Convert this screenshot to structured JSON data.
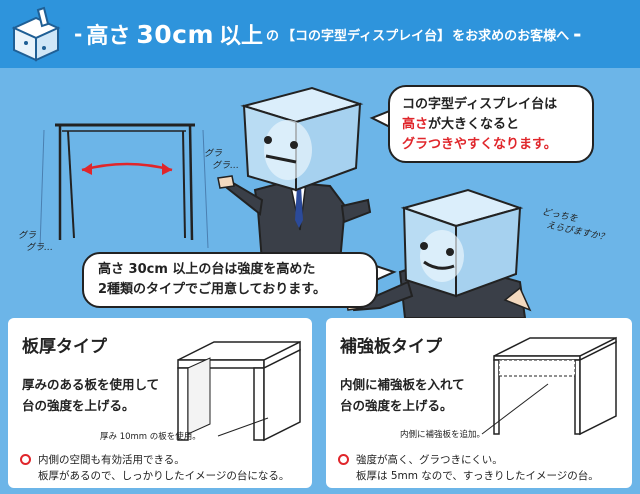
{
  "header": {
    "dash_left": "-",
    "title_height": "高さ",
    "title_size": "30cm",
    "title_above": "以上",
    "title_no": "の",
    "title_product": "【コの字型ディスプレイ台】",
    "title_for": "をお求めのお客様へ",
    "dash_right": "-"
  },
  "scene": {
    "bubble_top": {
      "line1": "コの字型ディスプレイ台は",
      "line2_red": "高さ",
      "line2_black": "が大きくなると",
      "line3_red": "グラつきやすくなります。"
    },
    "bubble_left": {
      "line1": "高さ 30cm 以上の台は強度を高めた",
      "line2": "2種類のタイプでご用意しております。"
    },
    "sfx_gura1": "グラ",
    "sfx_gura2": "グラ…",
    "sfx_gura3": "グラ",
    "sfx_gura4": "グラ…",
    "sfx_which1": "どっちを",
    "sfx_which2": "えらびますか？"
  },
  "cards": [
    {
      "title": "板厚タイプ",
      "desc_line1": "厚みのある板を使用して",
      "desc_line2": "台の強度を上げる。",
      "note": "厚み 10mm の板を使用。",
      "merit_line1": "内側の空間も有効活用できる。",
      "merit_line2": "板厚があるので、しっかりしたイメージの台になる。"
    },
    {
      "title": "補強板タイプ",
      "desc_line1": "内側に補強板を入れて",
      "desc_line2": "台の強度を上げる。",
      "note": "内側に補強板を追加。",
      "merit_line1": "強度が高く、グラつきにくい。",
      "merit_line2": "板厚は 5mm なので、すっきりしたイメージの台。"
    }
  ],
  "colors": {
    "background": "#6cb5e8",
    "header": "#2e94dc",
    "accent_red": "#e0262b"
  }
}
